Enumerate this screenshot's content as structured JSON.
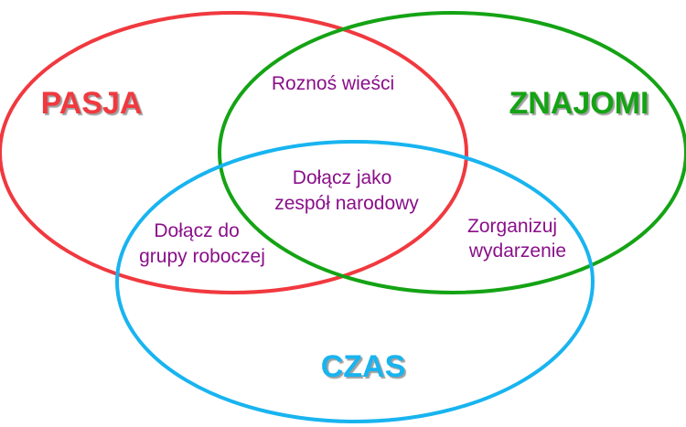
{
  "sets": {
    "pasja": {
      "label": "PASJA",
      "color": "#f0393f"
    },
    "znajomi": {
      "label": "ZNAJOMI",
      "color": "#14a314"
    },
    "czas": {
      "label": "CZAS",
      "color": "#18b4f0"
    }
  },
  "regions": {
    "pasja_znajomi": {
      "lines": [
        "Roznoś wieści"
      ]
    },
    "all_three": {
      "lines": [
        "Dołącz jako",
        "zespół narodowy"
      ]
    },
    "pasja_czas": {
      "lines": [
        "Dołącz do",
        "grupy roboczej"
      ]
    },
    "znajomi_czas": {
      "lines": [
        "Zorganizuj",
        "wydarzenie"
      ]
    }
  },
  "region_text_color": "#8a0f8a"
}
